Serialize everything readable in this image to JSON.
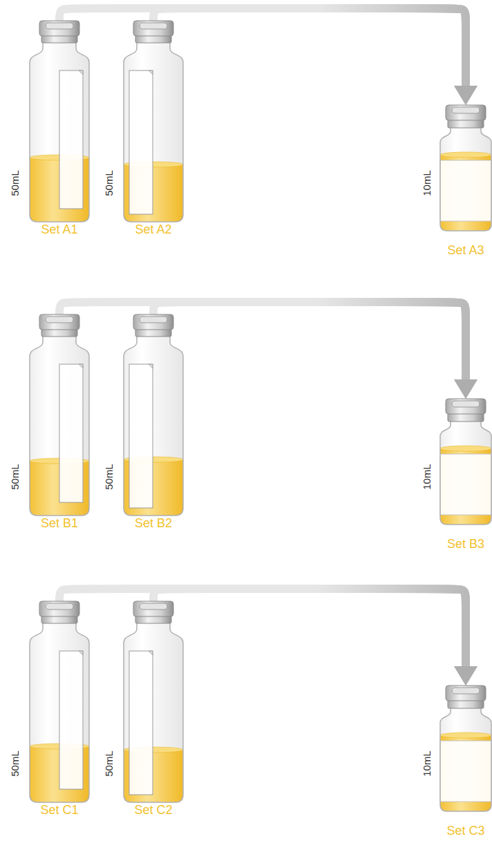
{
  "diagram": {
    "nodes": [
      {
        "text": [
          "50mL",
          "Set A1"
        ]
      },
      {
        "text": [
          "50mL",
          "Set A2"
        ]
      },
      {
        "text": [
          "10mL",
          "Set A3"
        ]
      },
      {
        "text": [
          "50mL",
          "Set B1"
        ]
      },
      {
        "text": [
          "50mL",
          "Set B2"
        ]
      },
      {
        "text": [
          "10mL",
          "Set B3"
        ]
      },
      {
        "text": [
          "50mL",
          "Set C1"
        ]
      },
      {
        "text": [
          "50mL",
          "Set C2"
        ]
      },
      {
        "text": [
          "10mL",
          "Set C3"
        ]
      }
    ],
    "edges": [
      {
        "from": 0,
        "to": 2,
        "arrow": "to"
      },
      {
        "from": 1,
        "to": 2,
        "arrow": "to"
      },
      {
        "from": 3,
        "to": 5,
        "arrow": "to"
      },
      {
        "from": 4,
        "to": 5,
        "arrow": "to"
      },
      {
        "from": 6,
        "to": 8,
        "arrow": "to"
      },
      {
        "from": 7,
        "to": 8,
        "arrow": "to"
      }
    ]
  }
}
